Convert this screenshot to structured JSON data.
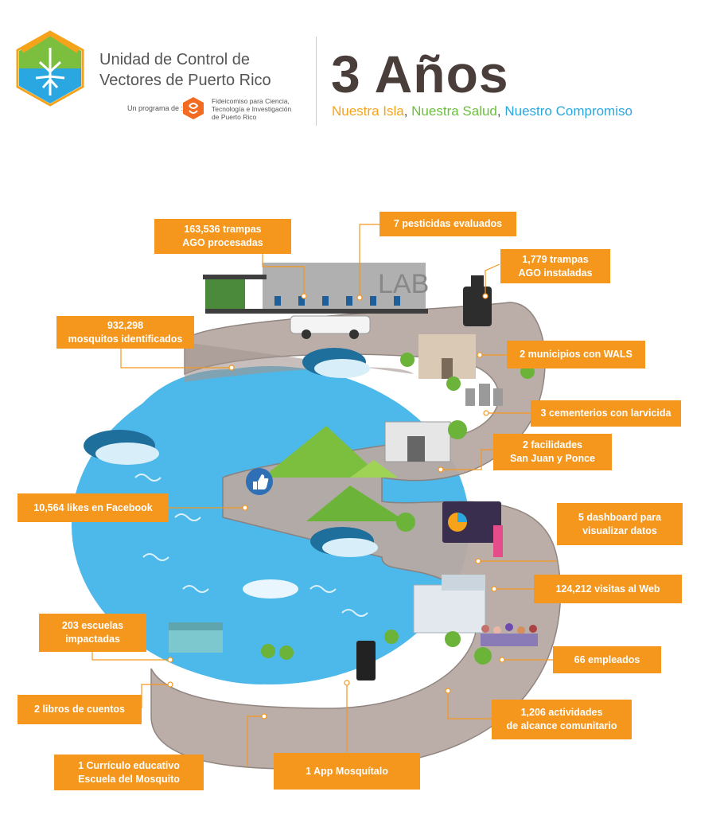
{
  "header": {
    "org_name": "Unidad de Control de\nVectores de Puerto Rico",
    "program_label": "Un programa de :",
    "trust_name": "Fideicomiso para Ciencia, Tecnología e Investigación de Puerto Rico",
    "title": "3 Años",
    "tagline": [
      {
        "text": "Nuestra Isla",
        "color": "#f5a31a"
      },
      {
        "text": ", ",
        "color": "#555555"
      },
      {
        "text": "Nuestra Salud",
        "color": "#6cbf3e"
      },
      {
        "text": ", ",
        "color": "#555555"
      },
      {
        "text": "Nuestro Compromiso",
        "color": "#2aa7e0"
      }
    ],
    "lab_sign": "LAB"
  },
  "stats": {
    "trampas_procesadas": "163,536 trampas\nAGO procesadas",
    "pesticidas": "7 pesticidas evaluados",
    "trampas_instaladas": "1,779 trampas\nAGO instaladas",
    "mosquitos": "932,298\nmosquitos identificados",
    "municipios": "2 municipios con WALS",
    "cementerios": "3 cementerios con larvicida",
    "facilidades": "2 facilidades\nSan Juan y Ponce",
    "likes": "10,564 likes en Facebook",
    "dashboard": "5 dashboard para\nvisualizar datos",
    "visitas": "124,212 visitas al Web",
    "escuelas": "203 escuelas\nimpactadas",
    "empleados": "66 empleados",
    "libros": "2 libros de cuentos",
    "actividades": "1,206 actividades\nde alcance comunitario",
    "curriculo": "1 Currículo educativo\nEscuela del Mosquito",
    "app": "1 App Mosquítalo"
  },
  "colors": {
    "stat_box": "#f5961d",
    "water": "#4db8ea",
    "road": "#b8aaa4",
    "hill": "#7cbf3f",
    "title": "#4a3e3b"
  }
}
